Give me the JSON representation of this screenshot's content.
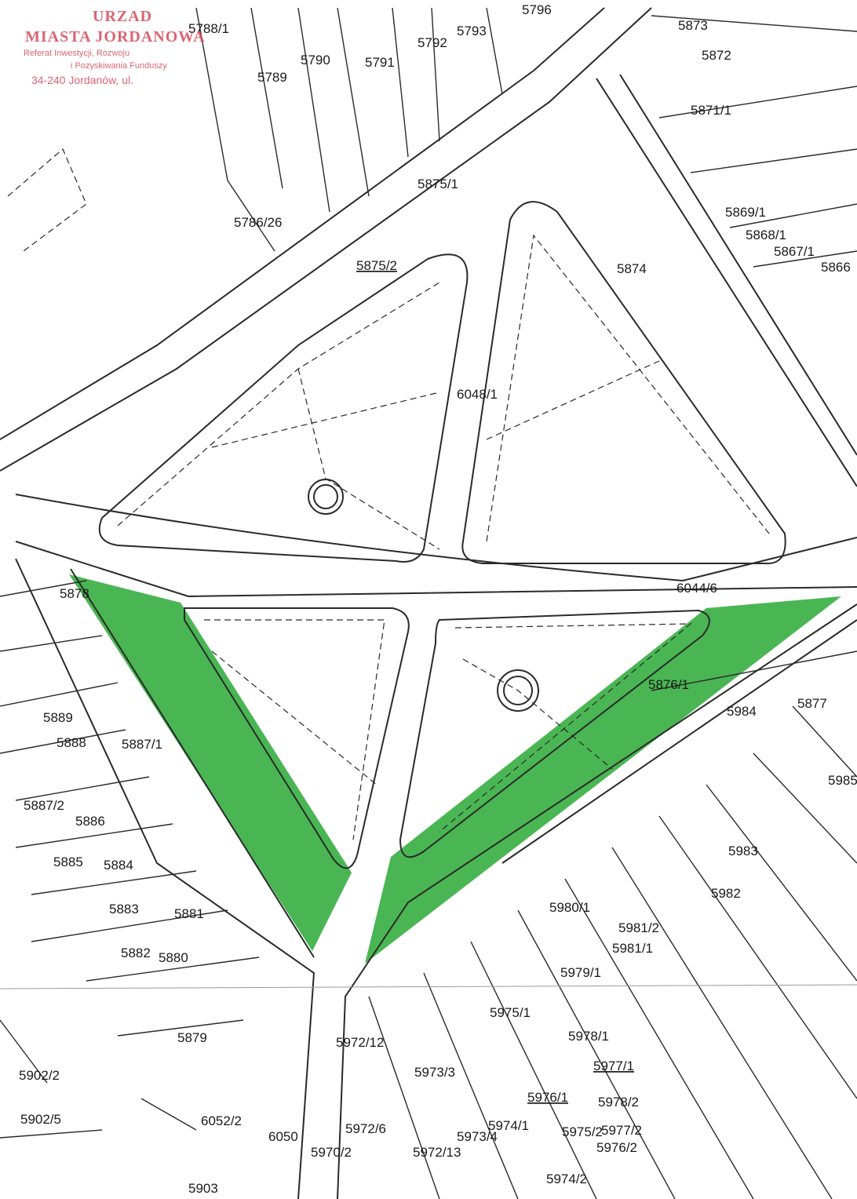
{
  "stamp": {
    "line1": "URZAD",
    "line2": "MIASTA JORDANOWA",
    "line3": "Referat Inwestycji, Rozwoju",
    "line4": "i Pozyskiwania Funduszy",
    "line5": "34-240 Jordanów, ul."
  },
  "colors": {
    "highlight": "#3fb24a",
    "line": "#2a2a2a",
    "stamp": "#d64a5a"
  },
  "parcels": {
    "p5788_1": "5788/1",
    "p5790": "5790",
    "p5789": "5789",
    "p5791": "5791",
    "p5792": "5792",
    "p5793": "5793",
    "p5796": "5796",
    "p5873": "5873",
    "p5872": "5872",
    "p5871_1": "5871/1",
    "p5875_1": "5875/1",
    "p5786_26": "5786/26",
    "p5869_1": "5869/1",
    "p5868_1": "5868/1",
    "p5867_1": "5867/1",
    "p5866": "5866",
    "p5875_2": "5875/2",
    "p5874": "5874",
    "p6048_1": "6048/1",
    "p6044_6": "6044/6",
    "p5878": "5878",
    "p5876_1": "5876/1",
    "p5877": "5877",
    "p5984": "5984",
    "p5985": "5985",
    "p5889": "5889",
    "p5888": "5888",
    "p5887_1": "5887/1",
    "p5887_2": "5887/2",
    "p5886": "5886",
    "p5885": "5885",
    "p5884": "5884",
    "p5883": "5883",
    "p5881": "5881",
    "p5882": "5882",
    "p5880": "5880",
    "p5983": "5983",
    "p5982": "5982",
    "p5980_1": "5980/1",
    "p5981_2": "5981/2",
    "p5981_1": "5981/1",
    "p5979_1": "5979/1",
    "p5975_1": "5975/1",
    "p5978_1": "5978/1",
    "p5879": "5879",
    "p5972_12": "5972/12",
    "p5973_3": "5973/3",
    "p5977_1": "5977/1",
    "p5976_1": "5976/1",
    "p5978_2": "5978/2",
    "p5902_2": "5902/2",
    "p5902_5": "5902/5",
    "p6052_2": "6052/2",
    "p6050": "6050",
    "p5972_6": "5972/6",
    "p5974_1": "5974/1",
    "p5973_4": "5973/4",
    "p5975_2": "5975/2",
    "p5977_2": "5977/2",
    "p5976_2": "5976/2",
    "p5970_2": "5970/2",
    "p5972_13": "5972/13",
    "p5974_2": "5974/2",
    "p5903": "5903"
  }
}
